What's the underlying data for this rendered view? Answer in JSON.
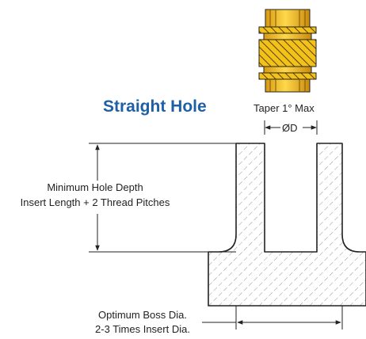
{
  "diagram": {
    "title": "Straight Hole",
    "taper_label": "Taper 1° Max",
    "diameter_label": "ØD",
    "depth_label_line1": "Minimum Hole Depth",
    "depth_label_line2": "Insert Length + 2 Thread Pitches",
    "boss_label_line1": "Optimum Boss Dia.",
    "boss_label_line2": "2-3 Times Insert Dia."
  },
  "colors": {
    "title": "#1f5fa6",
    "insert_gold": "#f2c21a",
    "insert_shadow": "#c98f12",
    "outline": "#222222",
    "hatch": "#666666",
    "text": "#222222"
  },
  "icons": {
    "insert": "threaded-insert-icon"
  }
}
